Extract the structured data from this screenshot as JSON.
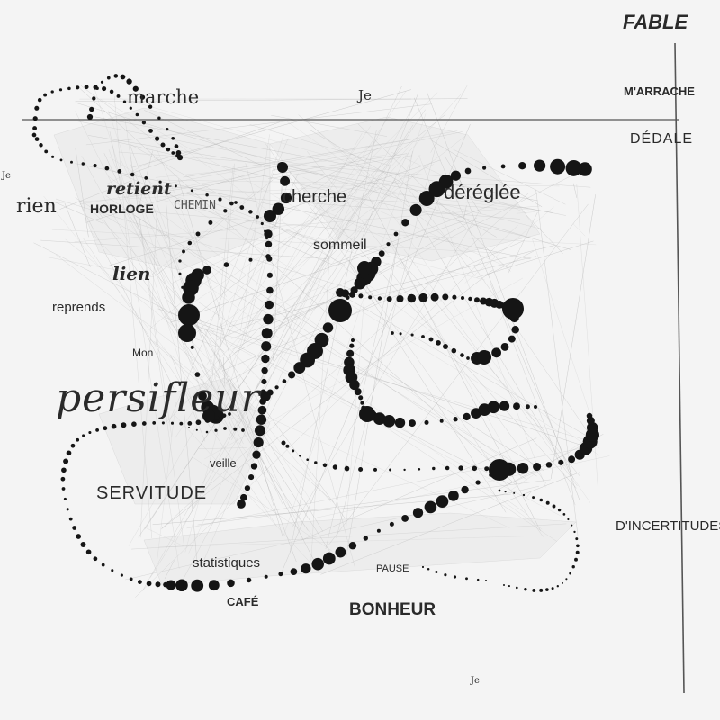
{
  "words": {
    "fable": "FABLE",
    "je_top": "Je",
    "marche": "marche",
    "marrache": "M'ARRACHE",
    "dedale": "DÉDALE",
    "je_left": "Je",
    "rien": "rien",
    "retient": "retient",
    "horloge": "HORLOGE",
    "cherche": "cherche",
    "deregle": "déréglée",
    "sommeil": "sommeil",
    "lien": "lien",
    "reprends": "reprends",
    "mon": "Mon",
    "persifleur": "persifleur",
    "veille": "veille",
    "servitude": "SERVITUDE",
    "incertitudes": "D'INCERTITUDES",
    "statistiques": "statistiques",
    "pause": "PAUSE",
    "cafe": "CAFÉ",
    "bonheur": "BONHEUR",
    "je_bottom": "Je",
    "faint_word": "CHEMIN"
  },
  "colors": {
    "background": "#f4f4f4",
    "ink": "#151515",
    "web": "#9a9a9a"
  }
}
